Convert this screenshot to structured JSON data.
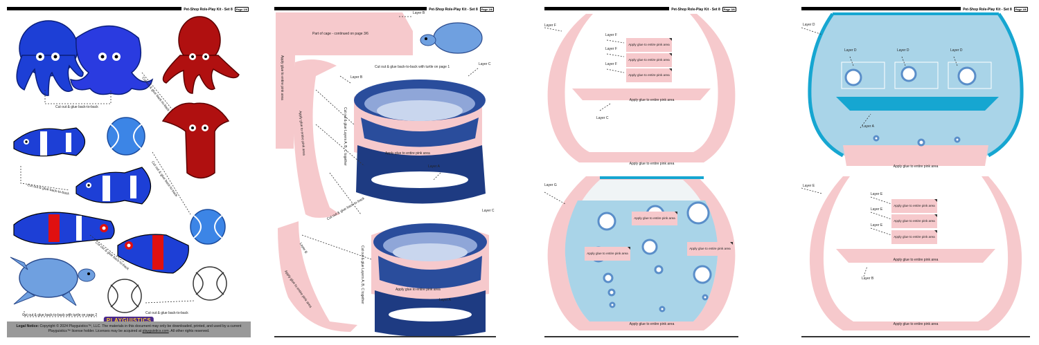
{
  "header": {
    "title": "Pet-Shop Role-Play Kit - Set 8"
  },
  "pages": [
    {
      "page_label": "Page 1/6",
      "captions": {
        "octopus": "Cut out & glue back-to-back",
        "octopus_diag": "Cut out & glue back-to-back",
        "fish": "Cut out & glue back-to-back",
        "ball_diag": "Cut out & glue back-to-back",
        "fish2": "Cut out & glue back-to-back",
        "turtle": "Cut out & glue back-to-back with turtle on page 2",
        "ball_bottom": "Cut out & glue back-to-back"
      },
      "legal": {
        "heading": "Legal Notice:",
        "text": "Copyright © 2024 Playguistics™, LLC. The materials in this document may only be downloaded, printed, and used by a current Playguistics™ license holder. Licenses may be acquired at",
        "link": "playguistics.com",
        "suffix": ". All other rights reserved."
      },
      "logo": "PLAYGUISTICS"
    },
    {
      "page_label": "Page 2/6",
      "labels": {
        "cage": "Part of cage - continued on page 3/6",
        "layer_b": "Layer B",
        "layer_b2": "Layer B",
        "layer_c": "Layer C",
        "layer_c2": "Layer C",
        "layer_a": "Layer A",
        "layer_a2": "Layer A",
        "layer_b3": "Layer B",
        "glue_pink": "Apply glue to entire pink area",
        "glue_pink2": "Apply glue to entire pink area",
        "glue_vertical": "Apply glue to entire pink area",
        "glue_vertical2": "Apply glue to entire pink area",
        "glue_diag": "Apply glue to entire pink area",
        "turtle_note": "Cut out & glue back-to-back with turtle on page 1",
        "layers_note": "Cut out & glue Layers A, B, C together",
        "layers_note2": "Cut out & glue Layers A, B, C together",
        "back_note": "Cut out & glue back-to-back"
      }
    },
    {
      "page_label": "Page 3/6",
      "labels": {
        "layer_f": "Layer F",
        "layer_f1": "Layer F",
        "layer_f2": "Layer F",
        "layer_f3": "Layer F",
        "layer_c": "Layer C",
        "layer_g": "Layer G",
        "glue_box": "Apply glue to entire pink area",
        "glue_strip": "Apply glue to entire pink area",
        "glue_bottom": "Apply glue to entire pink area",
        "glue_bottom2": "Apply glue to entire pink area",
        "glue_water1": "Apply glue to entire pink area",
        "glue_water2": "Apply glue to entire pink area",
        "glue_water3": "Apply glue to entire pink area"
      }
    },
    {
      "page_label": "Page 4/6",
      "labels": {
        "layer_d": "Layer D",
        "layer_d1": "Layer D",
        "layer_d2": "Layer D",
        "layer_d3": "Layer D",
        "layer_a": "Layer A",
        "layer_e": "Layer E",
        "layer_e1": "Layer E",
        "layer_e2": "Layer E",
        "layer_e3": "Layer E",
        "layer_b": "Layer B",
        "glue_box": "Apply glue to entire pink area",
        "glue_bottom": "Apply glue to entire pink area",
        "glue_strip": "Apply glue to entire pink area",
        "glue_bottom2": "Apply glue to entire pink area"
      }
    }
  ],
  "colors": {
    "pink": "#f6c9cc",
    "water": "#a9d4e8",
    "blue": "#1d3fd6",
    "red": "#b01010",
    "cyan": "#16a6d1",
    "bed": "#2a4d9c"
  }
}
